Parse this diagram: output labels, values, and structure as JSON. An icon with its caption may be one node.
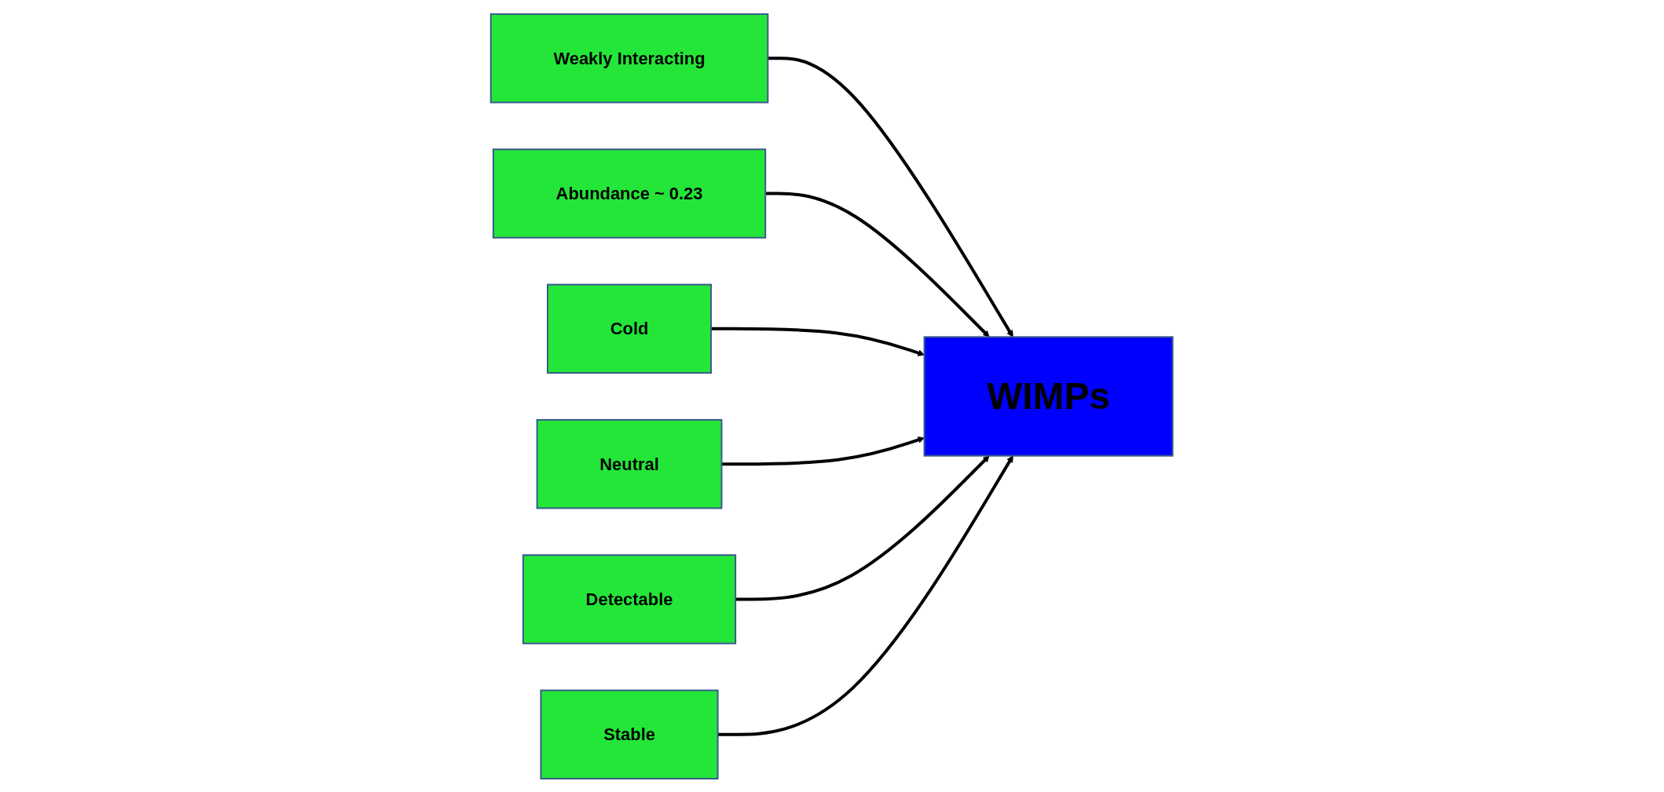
{
  "diagram": {
    "nodes": [
      {
        "text": [
          "Weakly Interacting"
        ]
      },
      {
        "text": [
          "Abundance ~ 0.23"
        ]
      },
      {
        "text": [
          "Cold"
        ]
      },
      {
        "text": [
          "WIMPs"
        ]
      },
      {
        "text": [
          "Neutral"
        ]
      },
      {
        "text": [
          "Detectable"
        ]
      },
      {
        "text": [
          "Stable"
        ]
      }
    ],
    "edges": [
      {
        "from": 0,
        "to": 3,
        "arrow": "to"
      },
      {
        "from": 1,
        "to": 3,
        "arrow": "to"
      },
      {
        "from": 2,
        "to": 3,
        "arrow": "to"
      },
      {
        "from": 4,
        "to": 3,
        "arrow": "to"
      },
      {
        "from": 5,
        "to": 3,
        "arrow": "to"
      },
      {
        "from": 6,
        "to": 3,
        "arrow": "to"
      }
    ]
  }
}
